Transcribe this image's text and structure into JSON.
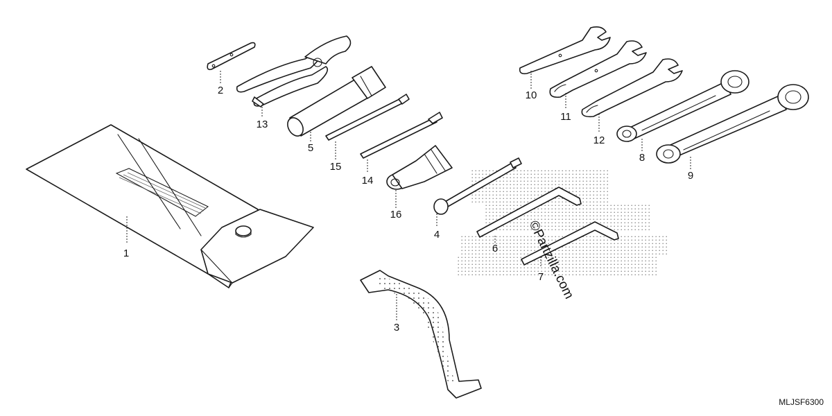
{
  "diagram": {
    "code": "MLJSF6300",
    "watermark": "©Partzilla.com",
    "callouts": [
      {
        "id": "1",
        "part": "tool-bag"
      },
      {
        "id": "2",
        "part": "spark-plug-wrench-handle"
      },
      {
        "id": "3",
        "part": "tool-strap"
      },
      {
        "id": "4",
        "part": "extension-bar"
      },
      {
        "id": "5",
        "part": "box-wrench"
      },
      {
        "id": "6",
        "part": "hex-wrench-large"
      },
      {
        "id": "7",
        "part": "hex-wrench-small"
      },
      {
        "id": "8",
        "part": "combination-wrench-small"
      },
      {
        "id": "9",
        "part": "combination-wrench-large"
      },
      {
        "id": "10",
        "part": "open-end-wrench-small"
      },
      {
        "id": "11",
        "part": "open-end-wrench-medium"
      },
      {
        "id": "12",
        "part": "open-end-wrench-large"
      },
      {
        "id": "13",
        "part": "pliers"
      },
      {
        "id": "14",
        "part": "phillips-screwdriver-bit"
      },
      {
        "id": "15",
        "part": "flat-screwdriver-bit"
      },
      {
        "id": "16",
        "part": "screwdriver-handle"
      }
    ]
  }
}
